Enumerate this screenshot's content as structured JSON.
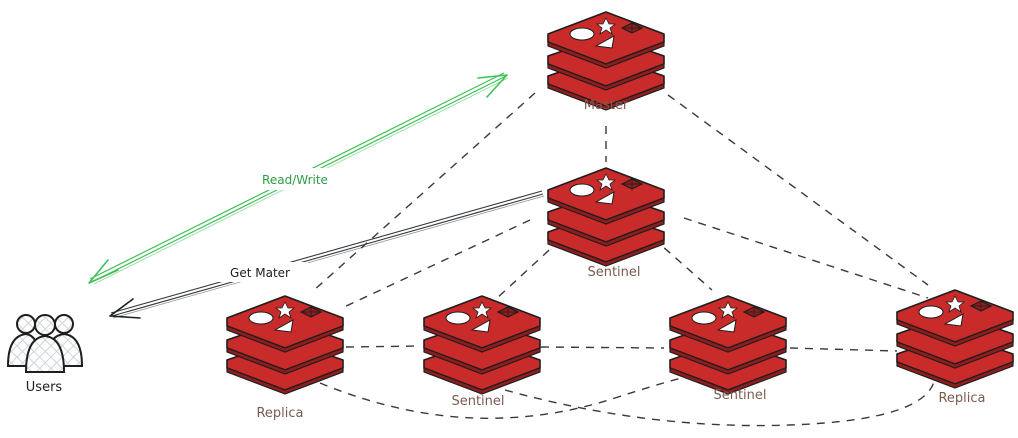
{
  "diagram": {
    "title": "Redis Sentinel Architecture",
    "colors": {
      "node_fill": "#c92a2a",
      "node_dark": "#8f1d1d",
      "node_outline": "#1e1e1e",
      "label_text": "#7a5a50",
      "read_write_edge": "#40c057",
      "read_write_text": "#2f9e44",
      "get_master_edge": "#343a40",
      "dashed_edge": "#3a3a3a",
      "users_fill": "#ced4da"
    },
    "actors": [
      {
        "id": "users",
        "label": "Users",
        "icon": "users-group-icon"
      }
    ],
    "nodes": [
      {
        "id": "master",
        "label": "Master",
        "icon": "redis-stack-icon"
      },
      {
        "id": "sentinel-top",
        "label": "Sentinel",
        "icon": "redis-stack-icon"
      },
      {
        "id": "replica-left",
        "label": "Replica",
        "icon": "redis-stack-icon"
      },
      {
        "id": "sentinel-left",
        "label": "Sentinel",
        "icon": "redis-stack-icon"
      },
      {
        "id": "sentinel-right",
        "label": "Sentinel",
        "icon": "redis-stack-icon"
      },
      {
        "id": "replica-right",
        "label": "Replica",
        "icon": "redis-stack-icon"
      }
    ],
    "edges": [
      {
        "from": "users",
        "to": "master",
        "label": "Read/Write",
        "style": "solid-bidirectional"
      },
      {
        "from": "sentinel-top",
        "to": "users",
        "label": "Get Mater",
        "style": "solid-arrow"
      },
      {
        "from": "master",
        "to": "sentinel-top",
        "label": "",
        "style": "dashed"
      },
      {
        "from": "master",
        "to": "replica-left",
        "label": "",
        "style": "dashed"
      },
      {
        "from": "master",
        "to": "replica-right",
        "label": "",
        "style": "dashed"
      },
      {
        "from": "sentinel-top",
        "to": "replica-left",
        "label": "",
        "style": "dashed"
      },
      {
        "from": "sentinel-top",
        "to": "sentinel-left",
        "label": "",
        "style": "dashed"
      },
      {
        "from": "sentinel-top",
        "to": "sentinel-right",
        "label": "",
        "style": "dashed"
      },
      {
        "from": "sentinel-top",
        "to": "replica-right",
        "label": "",
        "style": "dashed"
      },
      {
        "from": "replica-left",
        "to": "sentinel-left",
        "label": "",
        "style": "dashed"
      },
      {
        "from": "sentinel-left",
        "to": "sentinel-right",
        "label": "",
        "style": "dashed"
      },
      {
        "from": "sentinel-right",
        "to": "replica-right",
        "label": "",
        "style": "dashed"
      },
      {
        "from": "replica-left",
        "to": "sentinel-right",
        "label": "",
        "style": "dashed-curve"
      },
      {
        "from": "sentinel-left",
        "to": "replica-right",
        "label": "",
        "style": "dashed-curve"
      }
    ]
  }
}
